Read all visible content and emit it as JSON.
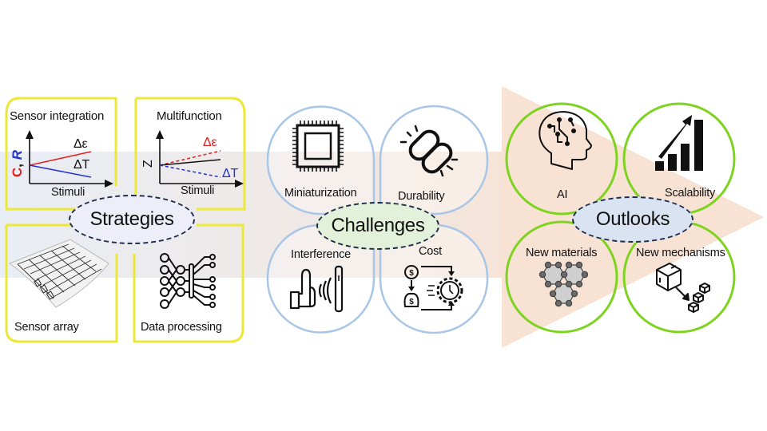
{
  "diagram": {
    "colors": {
      "band_left": "#e8ecf4",
      "band_right": "#f6e6dc",
      "arrow_triangle": "#f7e3d6",
      "strategies_border": "#ece83a",
      "challenges_border": "#a9c6e6",
      "outlooks_border": "#7ed321",
      "hub_dash": "#1f2d4a",
      "strategies_hub_fill": "#eeeef8",
      "challenges_hub_fill": "#e3f0da",
      "outlooks_hub_fill": "#d9e3f1",
      "red": "#e02020",
      "blue": "#2233cc"
    },
    "strategies": {
      "hub_label": "Strategies",
      "panels": [
        {
          "title": "Sensor integration",
          "icon": "line-plot-icon",
          "y_label_parts": [
            "C",
            ", ",
            "R"
          ],
          "x_label": "Stimuli",
          "series": [
            {
              "label": "Δε",
              "color": "red",
              "trend": "increasing",
              "style": "solid"
            },
            {
              "label": "ΔT",
              "color": "blue",
              "trend": "decreasing",
              "style": "solid"
            }
          ]
        },
        {
          "title": "Multifunction",
          "icon": "line-plot-icon",
          "y_label": "Z",
          "x_label": "Stimuli",
          "series": [
            {
              "label": "Δε",
              "color": "red",
              "trend": "increasing",
              "style": "dashed"
            },
            {
              "label": "",
              "color": "black",
              "trend": "slightly increasing",
              "style": "solid"
            },
            {
              "label": "ΔT",
              "color": "blue",
              "trend": "decreasing",
              "style": "dashed"
            }
          ]
        },
        {
          "title": "Sensor array",
          "icon": "sensor-array-icon"
        },
        {
          "title": "Data processing",
          "icon": "neural-network-icon"
        }
      ]
    },
    "challenges": {
      "hub_label": "Challenges",
      "items": [
        {
          "label": "Miniaturization",
          "icon": "chip-icon"
        },
        {
          "label": "Durability",
          "icon": "broken-chain-icon"
        },
        {
          "label": "Interference",
          "icon": "hand-stop-signal-icon"
        },
        {
          "label": "Cost",
          "icon": "money-time-gear-icon"
        }
      ]
    },
    "outlooks": {
      "hub_label": "Outlooks",
      "items": [
        {
          "label": "AI",
          "icon": "ai-head-icon"
        },
        {
          "label": "Scalability",
          "icon": "growth-bars-icon"
        },
        {
          "label": "New materials",
          "icon": "hexagonal-lattice-icon"
        },
        {
          "label": "New mechanisms",
          "icon": "cube-split-icon"
        }
      ]
    }
  }
}
